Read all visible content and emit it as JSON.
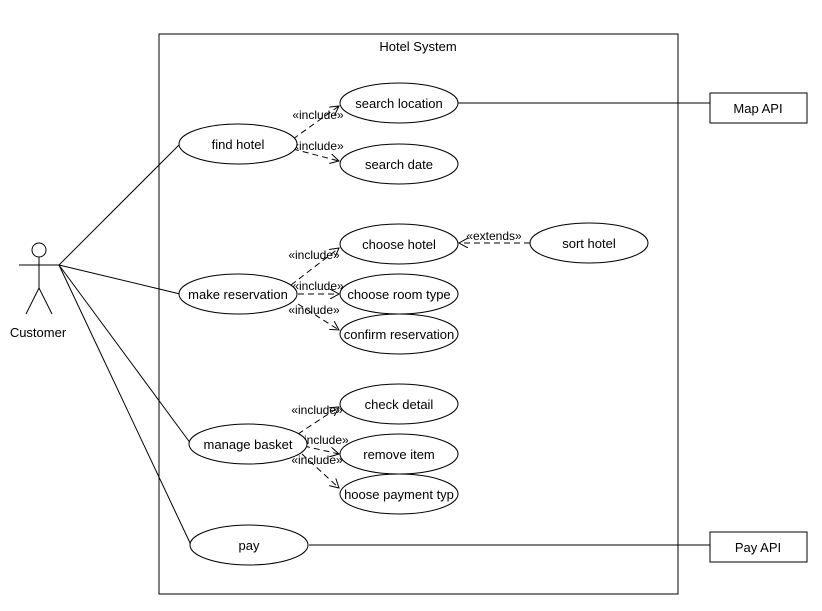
{
  "system": {
    "title": "Hotel System"
  },
  "actors": {
    "customer": "Customer",
    "map_api": "Map API",
    "pay_api": "Pay API"
  },
  "use_cases": {
    "find_hotel": "find hotel",
    "search_location": "search location",
    "search_date": "search date",
    "make_reservation": "make reservation",
    "choose_hotel": "choose hotel",
    "sort_hotel": "sort hotel",
    "choose_room_type": "choose room type",
    "confirm_reservation": "confirm reservation",
    "manage_basket": "manage basket",
    "check_detail": "check detail",
    "remove_item": "remove item",
    "choose_payment_type": "hoose payment typ",
    "pay": "pay"
  },
  "relations": {
    "include": "«include»",
    "extends": "«extends»"
  },
  "colors": {
    "stroke": "#000000",
    "background": "#ffffff"
  }
}
